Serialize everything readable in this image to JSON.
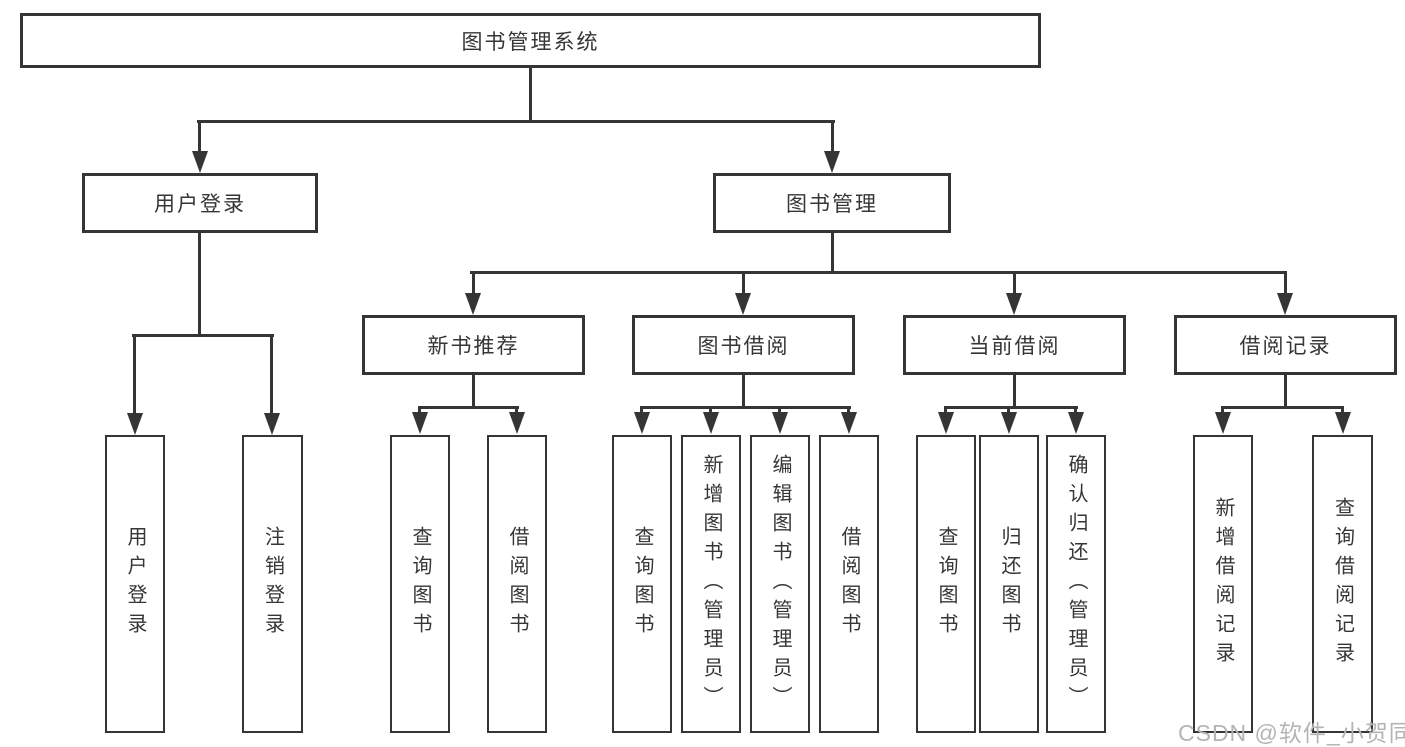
{
  "theme": {
    "background": "#ffffff",
    "box_background": "#ffffff",
    "line_color": "#353535",
    "text_color": "#363636",
    "watermark_color": "#b4b4b4"
  },
  "diagram": {
    "type": "hierarchy-tree",
    "root": {
      "label": "图书管理系统"
    },
    "level1": [
      {
        "label": "用户登录"
      },
      {
        "label": "图书管理"
      }
    ],
    "level2": [
      {
        "label": "新书推荐",
        "parent": "图书管理"
      },
      {
        "label": "图书借阅",
        "parent": "图书管理"
      },
      {
        "label": "当前借阅",
        "parent": "图书管理"
      },
      {
        "label": "借阅记录",
        "parent": "图书管理"
      }
    ],
    "leaves": [
      {
        "label": "用户登录",
        "parent": "用户登录"
      },
      {
        "label": "注销登录",
        "parent": "用户登录"
      },
      {
        "label": "查询图书",
        "parent": "新书推荐"
      },
      {
        "label": "借阅图书",
        "parent": "新书推荐"
      },
      {
        "label": "查询图书",
        "parent": "图书借阅"
      },
      {
        "label": "新增图书（管理员）",
        "parent": "图书借阅"
      },
      {
        "label": "编辑图书（管理员）",
        "parent": "图书借阅"
      },
      {
        "label": "借阅图书",
        "parent": "图书借阅"
      },
      {
        "label": "查询图书",
        "parent": "当前借阅"
      },
      {
        "label": "归还图书",
        "parent": "当前借阅"
      },
      {
        "label": "确认归还（管理员）",
        "parent": "当前借阅"
      },
      {
        "label": "新增借阅记录",
        "parent": "借阅记录"
      },
      {
        "label": "查询借阅记录",
        "parent": "借阅记录"
      }
    ]
  },
  "watermark": {
    "text": "CSDN @软件_小贺同学"
  }
}
